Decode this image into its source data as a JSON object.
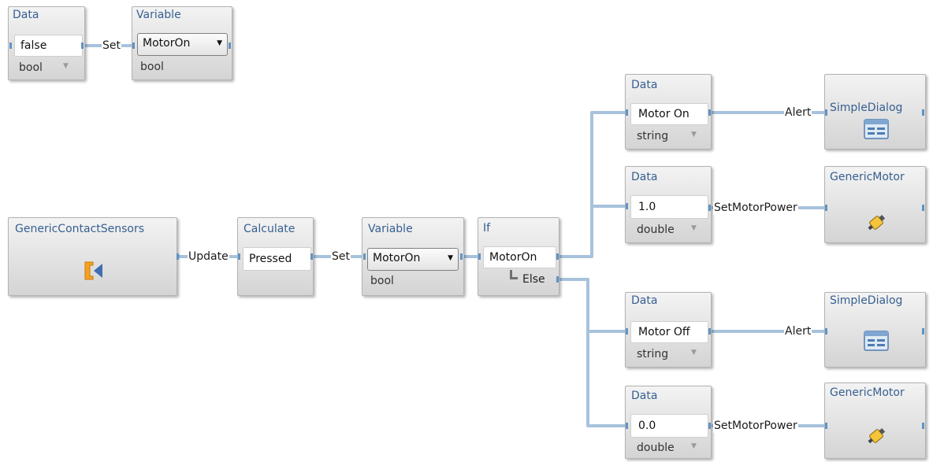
{
  "blocks": {
    "data_false": {
      "title": "Data",
      "value": "false",
      "type": "bool"
    },
    "var_top": {
      "title": "Variable",
      "value": "MotorOn",
      "type": "bool"
    },
    "sensors": {
      "title": "GenericContactSensors"
    },
    "calculate": {
      "title": "Calculate",
      "value": "Pressed"
    },
    "var_mid": {
      "title": "Variable",
      "value": "MotorOn",
      "type": "bool"
    },
    "if": {
      "title": "If",
      "condition": "MotorOn",
      "else": "Else"
    },
    "data_motor_on": {
      "title": "Data",
      "value": "Motor On",
      "type": "string"
    },
    "dialog_1": {
      "title": "SimpleDialog"
    },
    "data_one": {
      "title": "Data",
      "value": "1.0",
      "type": "double"
    },
    "motor_1": {
      "title": "GenericMotor"
    },
    "data_motor_off": {
      "title": "Data",
      "value": "Motor Off",
      "type": "string"
    },
    "dialog_2": {
      "title": "SimpleDialog"
    },
    "data_zero": {
      "title": "Data",
      "value": "0.0",
      "type": "double"
    },
    "motor_2": {
      "title": "GenericMotor"
    }
  },
  "wires": {
    "set_top": "Set",
    "update": "Update",
    "set_calc": "Set",
    "alert_1": "Alert",
    "setpower_1": "SetMotorPower",
    "alert_2": "Alert",
    "setpower_2": "SetMotorPower"
  },
  "colors": {
    "wire": "#9dbad6",
    "pin": "#5f93c5",
    "title": "#365f91"
  },
  "icons": {
    "sensor": "contact-sensor-icon",
    "dialog": "dialog-window-icon",
    "motor": "motor-icon"
  }
}
